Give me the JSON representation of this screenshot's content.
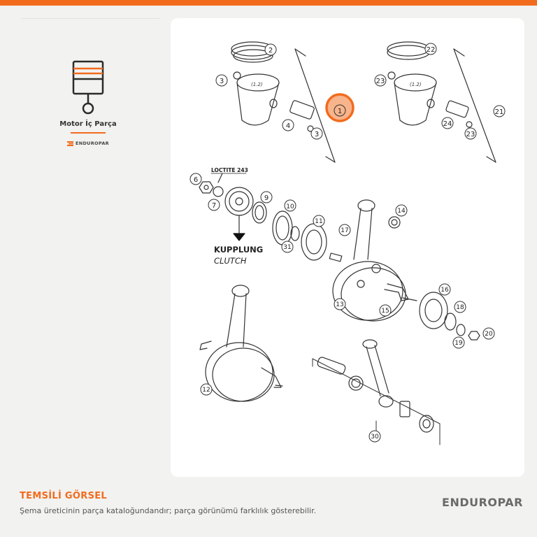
{
  "category": {
    "label": "Motor İç Parça",
    "icon": "piston-icon",
    "brand_mini": "ENDUROPAR"
  },
  "diagram": {
    "labels": {
      "loctite": "LOCTITE 243",
      "kupplung": "KUPPLUNG",
      "clutch": "CLUTCH",
      "piston_mark": "(1.2)"
    },
    "callouts": {
      "c1": "1",
      "c2": "2",
      "c3a": "3",
      "c3b": "3",
      "c4": "4",
      "c6": "6",
      "c7": "7",
      "c9": "9",
      "c10": "10",
      "c11": "11",
      "c12": "12",
      "c13": "13",
      "c14": "14",
      "c15": "15",
      "c16": "16",
      "c17": "17",
      "c18": "18",
      "c19": "19",
      "c20": "20",
      "c21": "21",
      "c22": "22",
      "c23a": "23",
      "c23b": "23",
      "c24": "24",
      "c30": "30",
      "c31": "31"
    },
    "highlighted_callout": "1"
  },
  "footer": {
    "title": "TEMSİLİ GÖRSEL",
    "note": "Şema üreticinin parça kataloğundandır; parça görünümü farklılık gösterebilir.",
    "brand": "ENDUROPAR"
  },
  "colors": {
    "accent": "#f26b1d",
    "highlight_fill": "#f8b48c",
    "background": "#f2f2f0",
    "card": "#ffffff"
  }
}
